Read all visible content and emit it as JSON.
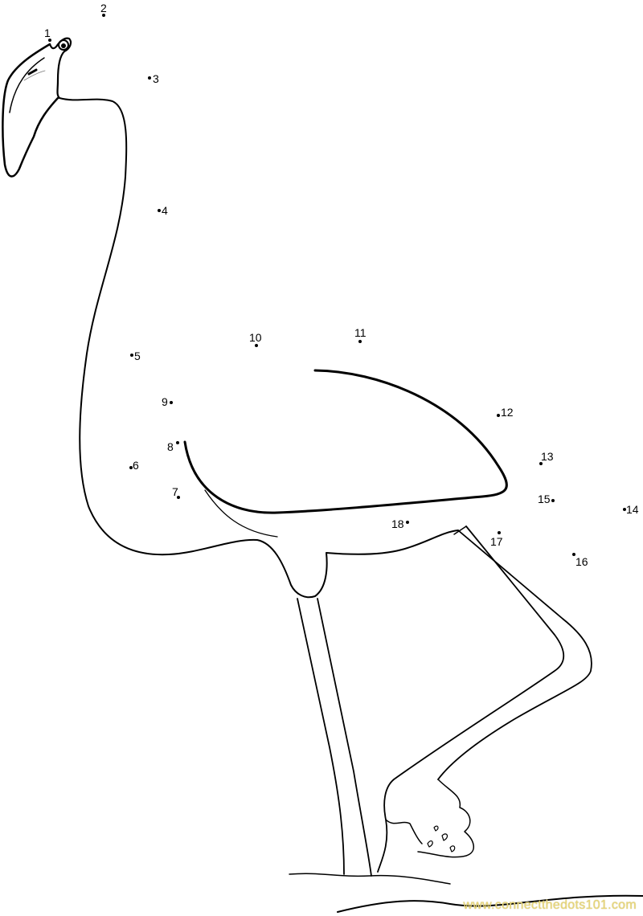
{
  "title": "Flamingo connect the dots",
  "dots": [
    {
      "label": "1"
    },
    {
      "label": "2"
    },
    {
      "label": "3"
    },
    {
      "label": "4"
    },
    {
      "label": "5"
    },
    {
      "label": "6"
    },
    {
      "label": "7"
    },
    {
      "label": "8"
    },
    {
      "label": "9"
    },
    {
      "label": "10"
    },
    {
      "label": "11"
    },
    {
      "label": "12"
    },
    {
      "label": "13"
    },
    {
      "label": "14"
    },
    {
      "label": "15"
    },
    {
      "label": "16"
    },
    {
      "label": "17"
    },
    {
      "label": "18"
    }
  ],
  "watermark": "www.connectthedots101.com",
  "colors": {
    "line": "#000000",
    "watermark": "#e8d77a"
  }
}
